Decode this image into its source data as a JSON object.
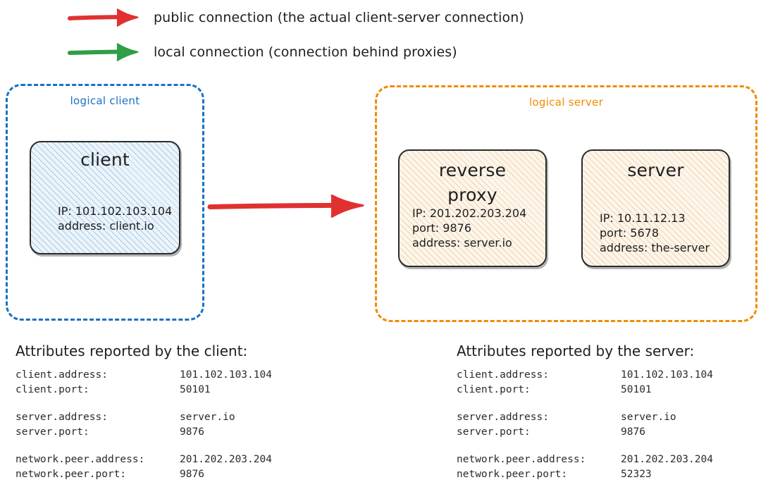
{
  "legend": {
    "items": [
      {
        "id": "public",
        "icon": "red-arrow-icon",
        "color": "#e03131",
        "label": "public connection (the actual client-server connection)"
      },
      {
        "id": "local",
        "icon": "green-arrow-icon",
        "color": "#2f9e44",
        "label": "local connection (connection behind proxies)"
      }
    ]
  },
  "diagram": {
    "client_group": {
      "caption": "logical client",
      "color": "#1971c2",
      "node": {
        "title": "client",
        "details": "IP: 101.102.103.104\naddress: client.io",
        "fill": "#ecf4fb"
      }
    },
    "server_group": {
      "caption": "logical server",
      "color": "#f08c00",
      "nodes": [
        {
          "title_line_1": "reverse",
          "title_line_2": "proxy",
          "details": "IP: 201.202.203.204\nport: 9876\naddress: server.io",
          "fill": "#fdf6ec"
        },
        {
          "title_line_1": "server",
          "title_line_2": "",
          "details": "IP: 10.11.12.13\nport: 5678\naddress: the-server",
          "fill": "#fdf6ec"
        }
      ]
    },
    "main_arrow": {
      "icon": "red-arrow-icon",
      "color": "#e03131",
      "from": "client",
      "to": "reverse proxy",
      "kind": "public connection"
    }
  },
  "attributes_client": {
    "heading": "Attributes reported by the client:",
    "groups": [
      {
        "rows": [
          {
            "key": "client.address:",
            "value": "101.102.103.104"
          },
          {
            "key": "client.port:",
            "value": "50101"
          }
        ]
      },
      {
        "rows": [
          {
            "key": "server.address:",
            "value": "server.io"
          },
          {
            "key": "server.port:",
            "value": "9876"
          }
        ]
      },
      {
        "rows": [
          {
            "key": "network.peer.address:",
            "value": "201.202.203.204"
          },
          {
            "key": "network.peer.port:",
            "value": "9876"
          }
        ]
      }
    ]
  },
  "attributes_server": {
    "heading": "Attributes reported by the server:",
    "groups": [
      {
        "rows": [
          {
            "key": "client.address:",
            "value": "101.102.103.104"
          },
          {
            "key": "client.port:",
            "value": "50101"
          }
        ]
      },
      {
        "rows": [
          {
            "key": "server.address:",
            "value": "server.io"
          },
          {
            "key": "server.port:",
            "value": "9876"
          }
        ]
      },
      {
        "rows": [
          {
            "key": "network.peer.address:",
            "value": "201.202.203.204"
          },
          {
            "key": "network.peer.port:",
            "value": "52323"
          }
        ]
      }
    ]
  }
}
